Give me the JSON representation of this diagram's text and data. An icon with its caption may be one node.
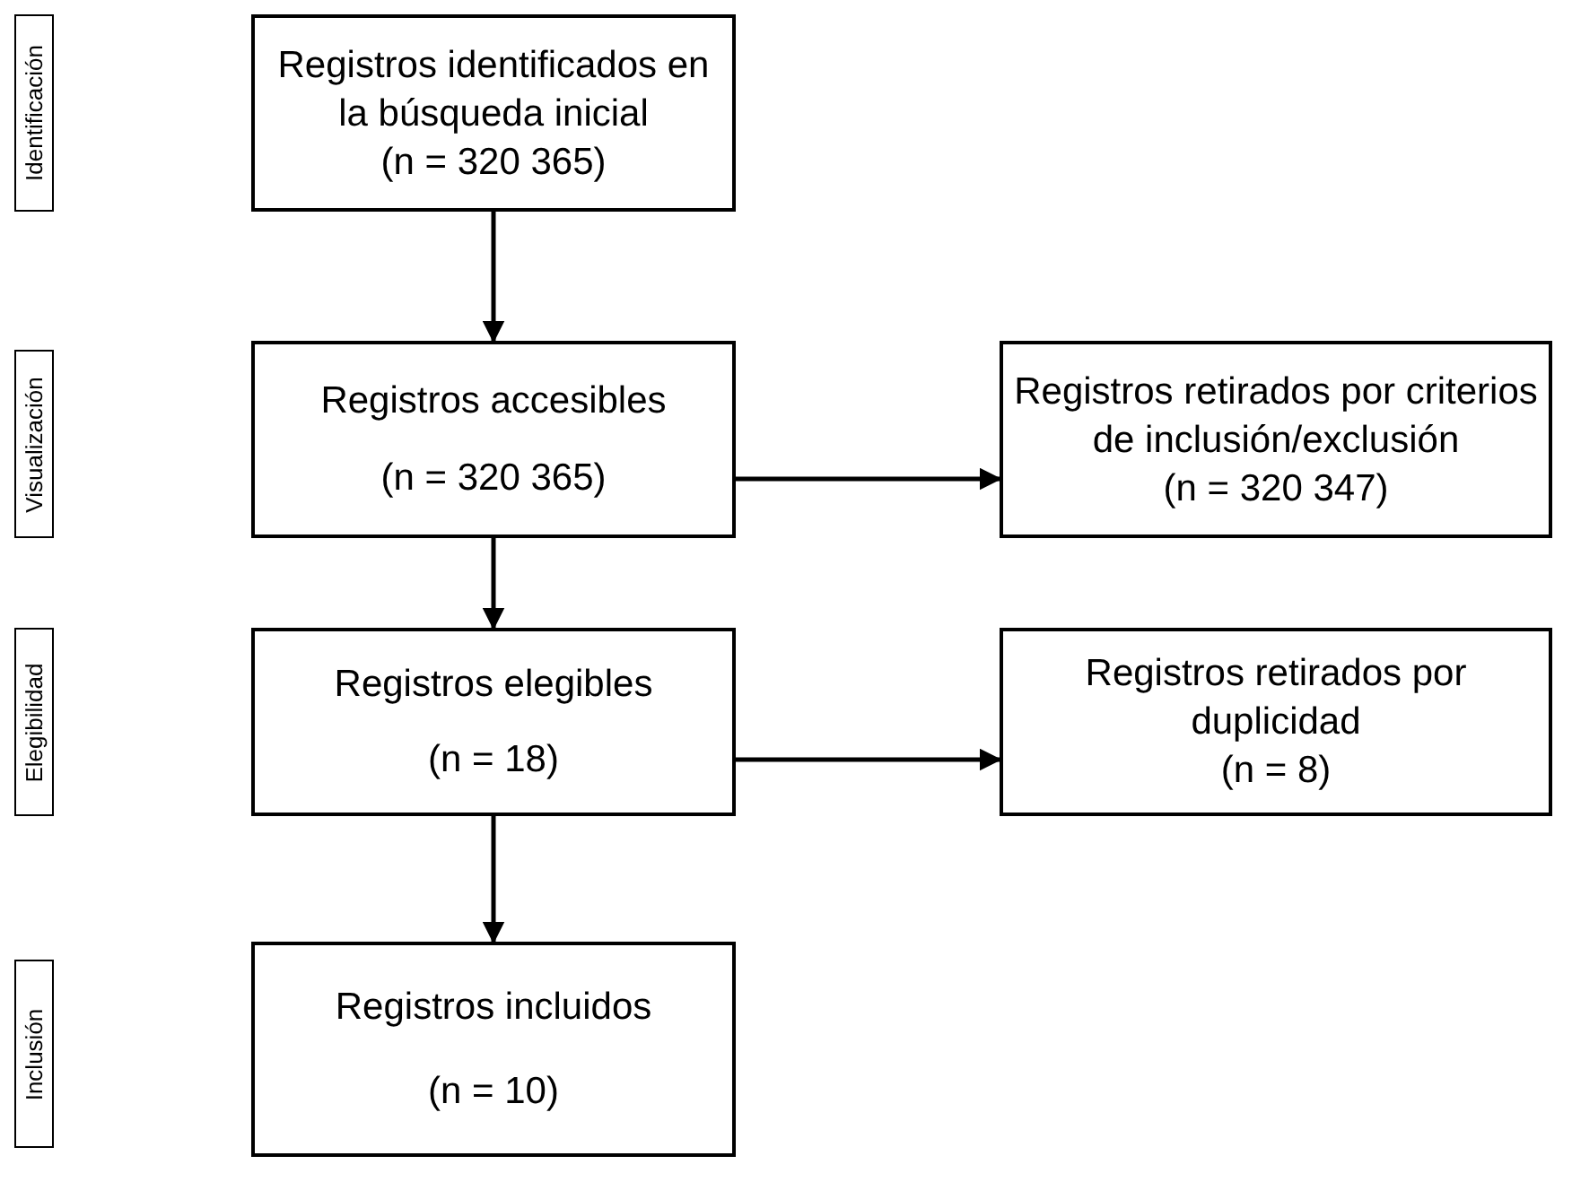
{
  "diagram": {
    "nodes": [
      {
        "text": [
          "Identificación"
        ]
      },
      {
        "text": [
          "Registros identificados en la búsqueda inicial",
          "(n = 320 365)"
        ]
      },
      {
        "text": [
          "Visualización"
        ]
      },
      {
        "text": [
          "Registros accesibles",
          "(n = 320 365)"
        ]
      },
      {
        "text": [
          "Registros retirados por criterios de inclusión/exclusión",
          "(n = 320 347)"
        ]
      },
      {
        "text": [
          "Elegibilidad"
        ]
      },
      {
        "text": [
          "Registros elegibles",
          "(n = 18)"
        ]
      },
      {
        "text": [
          "Registros retirados por duplicidad",
          "(n = 8)"
        ]
      },
      {
        "text": [
          "Inclusión"
        ]
      },
      {
        "text": [
          "Registros incluidos",
          "(n = 10)"
        ]
      }
    ],
    "edges": [
      {
        "from": 1,
        "to": 3,
        "arrow": "to"
      },
      {
        "from": 3,
        "to": 4,
        "arrow": "to"
      },
      {
        "from": 3,
        "to": 6,
        "arrow": "to"
      },
      {
        "from": 6,
        "to": 7,
        "arrow": "to"
      },
      {
        "from": 6,
        "to": 9,
        "arrow": "to"
      }
    ]
  }
}
